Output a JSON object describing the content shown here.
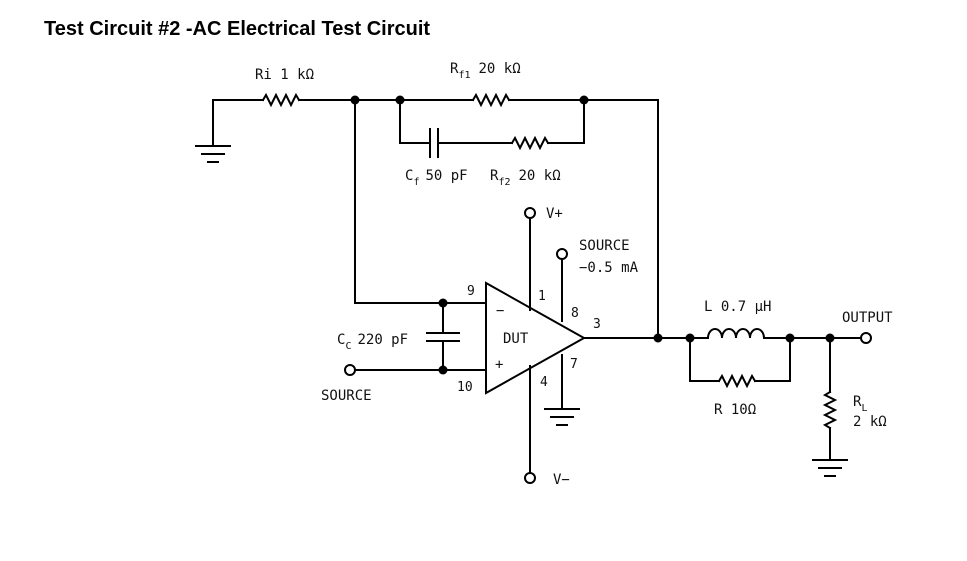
{
  "title": "Test Circuit #2 -AC Electrical Test Circuit",
  "labels": {
    "ri": "Ri 1 kΩ",
    "rf1_main": "R",
    "rf1_sub": "f1",
    "rf1_val": "20 kΩ",
    "cf_main": "C",
    "cf_sub": "f",
    "cf_val": "50 pF",
    "rf2_main": "R",
    "rf2_sub": "f2",
    "rf2_val": "20 kΩ",
    "vplus": "V+",
    "vminus": "V−",
    "source_current_1": "SOURCE",
    "source_current_2": "−0.5 mA",
    "cc_main": "C",
    "cc_sub": "C",
    "cc_val": "220 pF",
    "source_in": "SOURCE",
    "dut": "DUT",
    "minus": "−",
    "plus": "+",
    "inductor": "L 0.7 μH",
    "r10": "R 10Ω",
    "output": "OUTPUT",
    "rl_main": "R",
    "rl_sub": "L",
    "rl_val": "2 kΩ"
  },
  "pins": {
    "p9": "9",
    "p10": "10",
    "p1": "1",
    "p8": "8",
    "p3": "3",
    "p7": "7",
    "p4": "4"
  }
}
